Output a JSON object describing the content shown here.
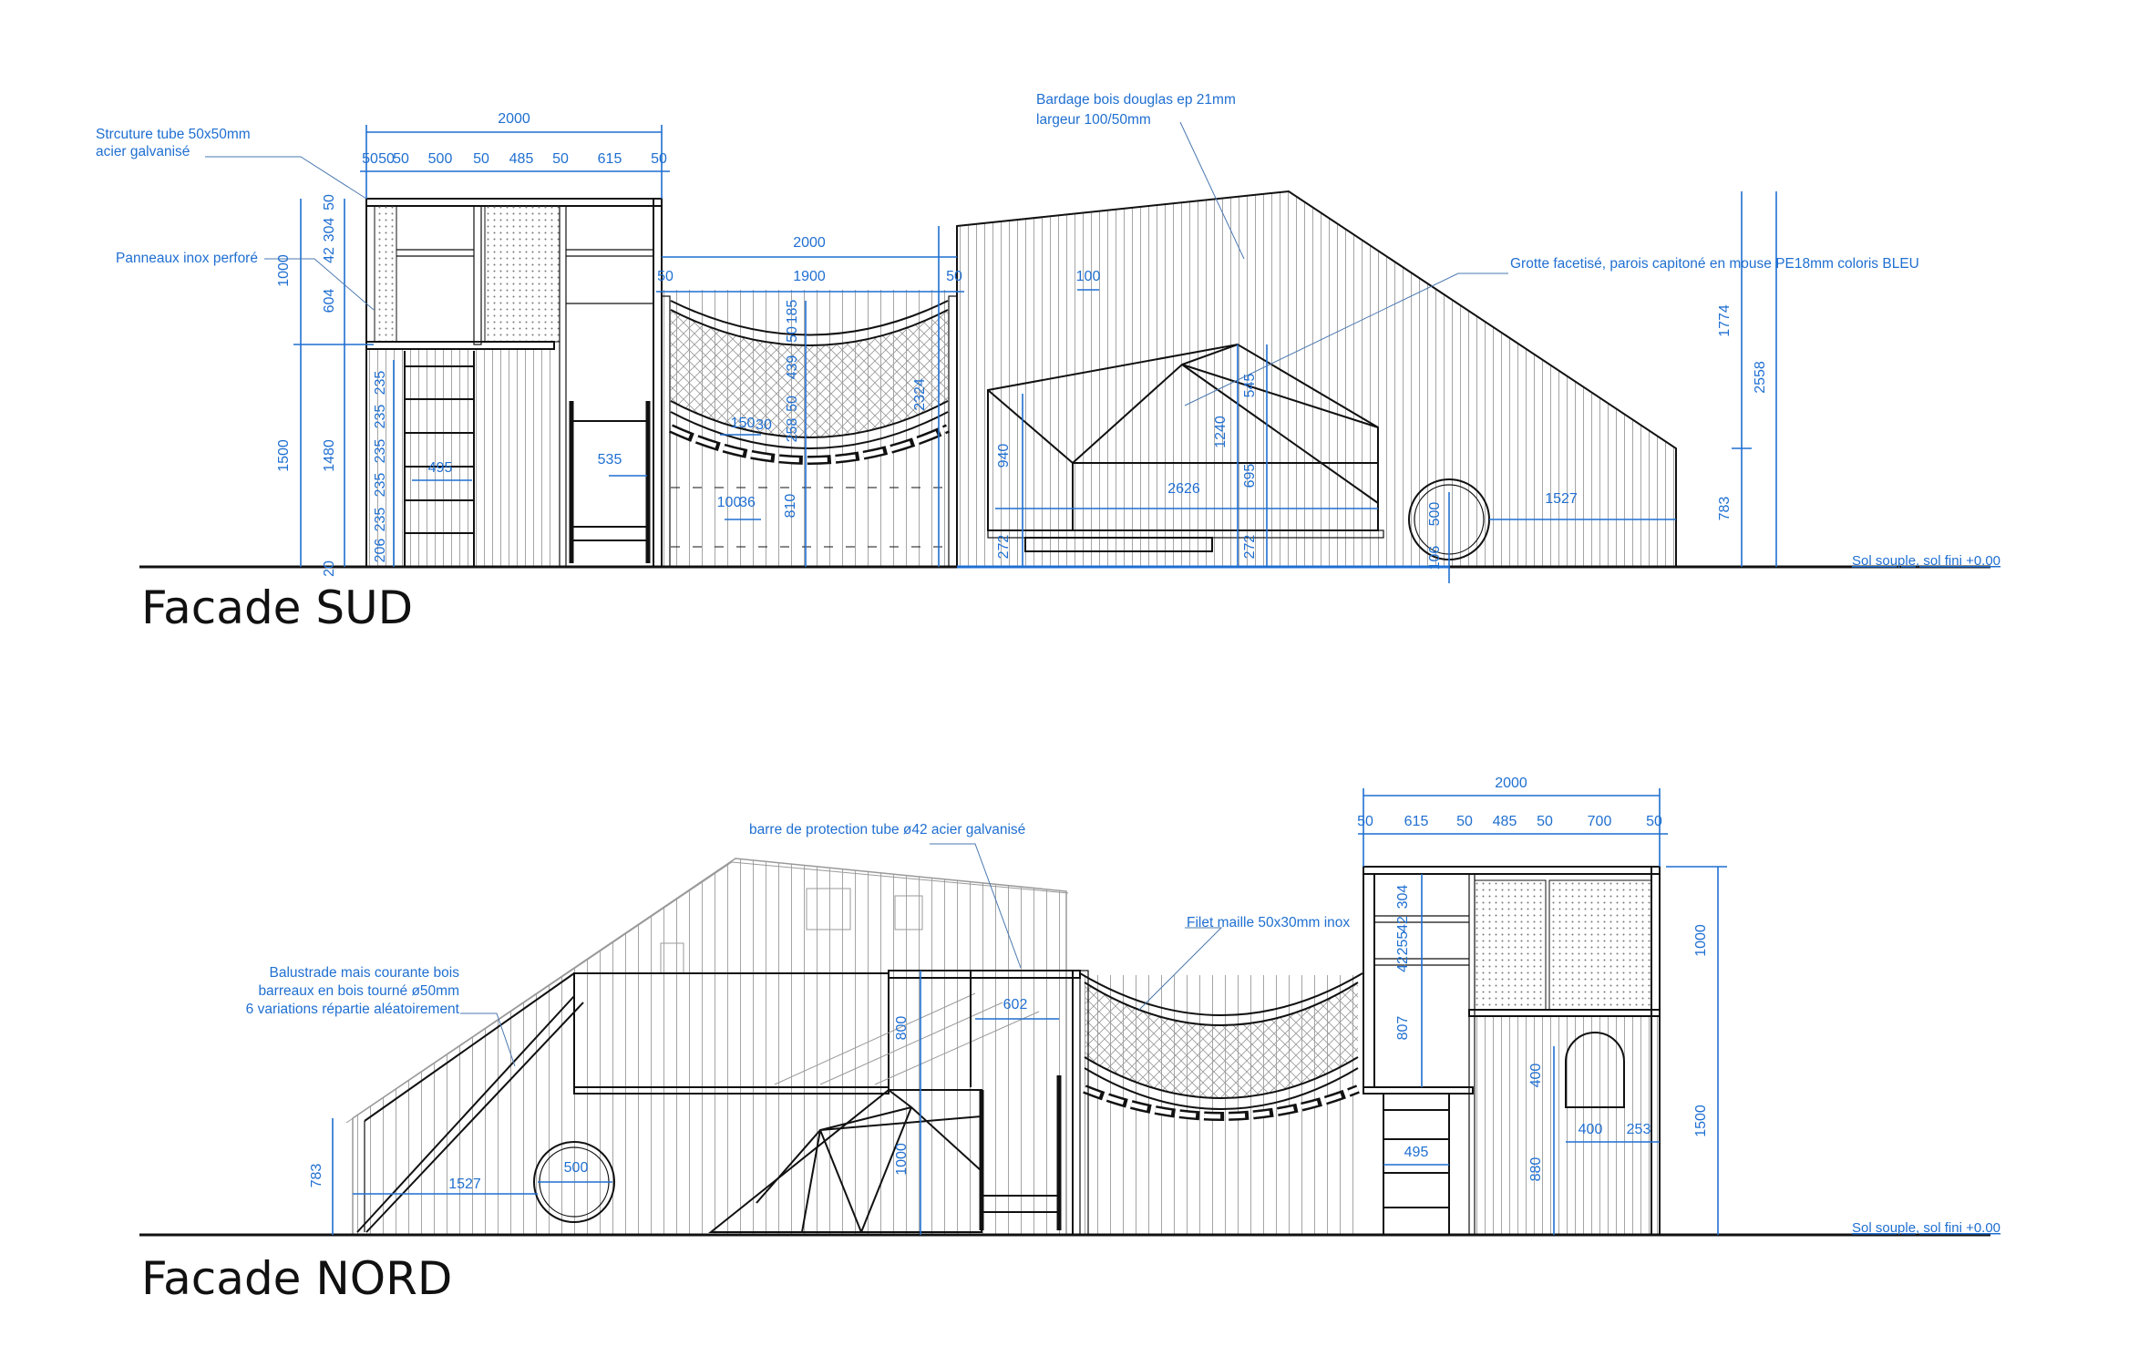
{
  "facade_sud": {
    "title": "Facade SUD",
    "annotations": {
      "structure_line1": "Strcuture tube  50x50mm",
      "structure_line2": "acier galvanisé",
      "panneaux": "Panneaux inox perforé",
      "bardage_line1": "Bardage bois douglas ep 21mm",
      "bardage_line2": "largeur 100/50mm",
      "grotte": "Grotte facetisé, parois capitoné en mouse PE18mm coloris BLEU"
    },
    "dimensions": [
      "2000",
      "50",
      "50",
      "50",
      "500",
      "50",
      "485",
      "50",
      "615",
      "50",
      "50",
      "304",
      "42",
      "604",
      "1000",
      "1500",
      "1480",
      "235",
      "235",
      "235",
      "235",
      "235",
      "206",
      "20",
      "495",
      "535",
      "2000",
      "50",
      "1900",
      "50",
      "185",
      "50",
      "439",
      "50",
      "258",
      "150",
      "30",
      "100",
      "36",
      "810",
      "2324",
      "100",
      "940",
      "1240",
      "545",
      "695",
      "2626",
      "272",
      "272",
      "500",
      "106",
      "1527",
      "1774",
      "2558",
      "783"
    ]
  },
  "facade_nord": {
    "title": "Facade NORD",
    "annotations": {
      "barre": "barre de protection tube ø42 acier galvanisé",
      "balustrade_line1": "Balustrade mais courante bois",
      "balustrade_line2": "barreaux en bois tourné ø50mm",
      "balustrade_line3": "6 variations répartie aléatoirement",
      "filet": "Filet maille 50x30mm inox"
    },
    "dimensions": [
      "783",
      "1527",
      "500",
      "800",
      "1000",
      "602",
      "2000",
      "50",
      "615",
      "50",
      "485",
      "50",
      "700",
      "50",
      "304",
      "42",
      "255",
      "42",
      "807",
      "1000",
      "1500",
      "400",
      "880",
      "400",
      "253",
      "495"
    ]
  },
  "ground_label": "Sol souple, sol fini +0.00",
  "colors": {
    "dimension": "#1f6fd1",
    "line": "#111111"
  }
}
